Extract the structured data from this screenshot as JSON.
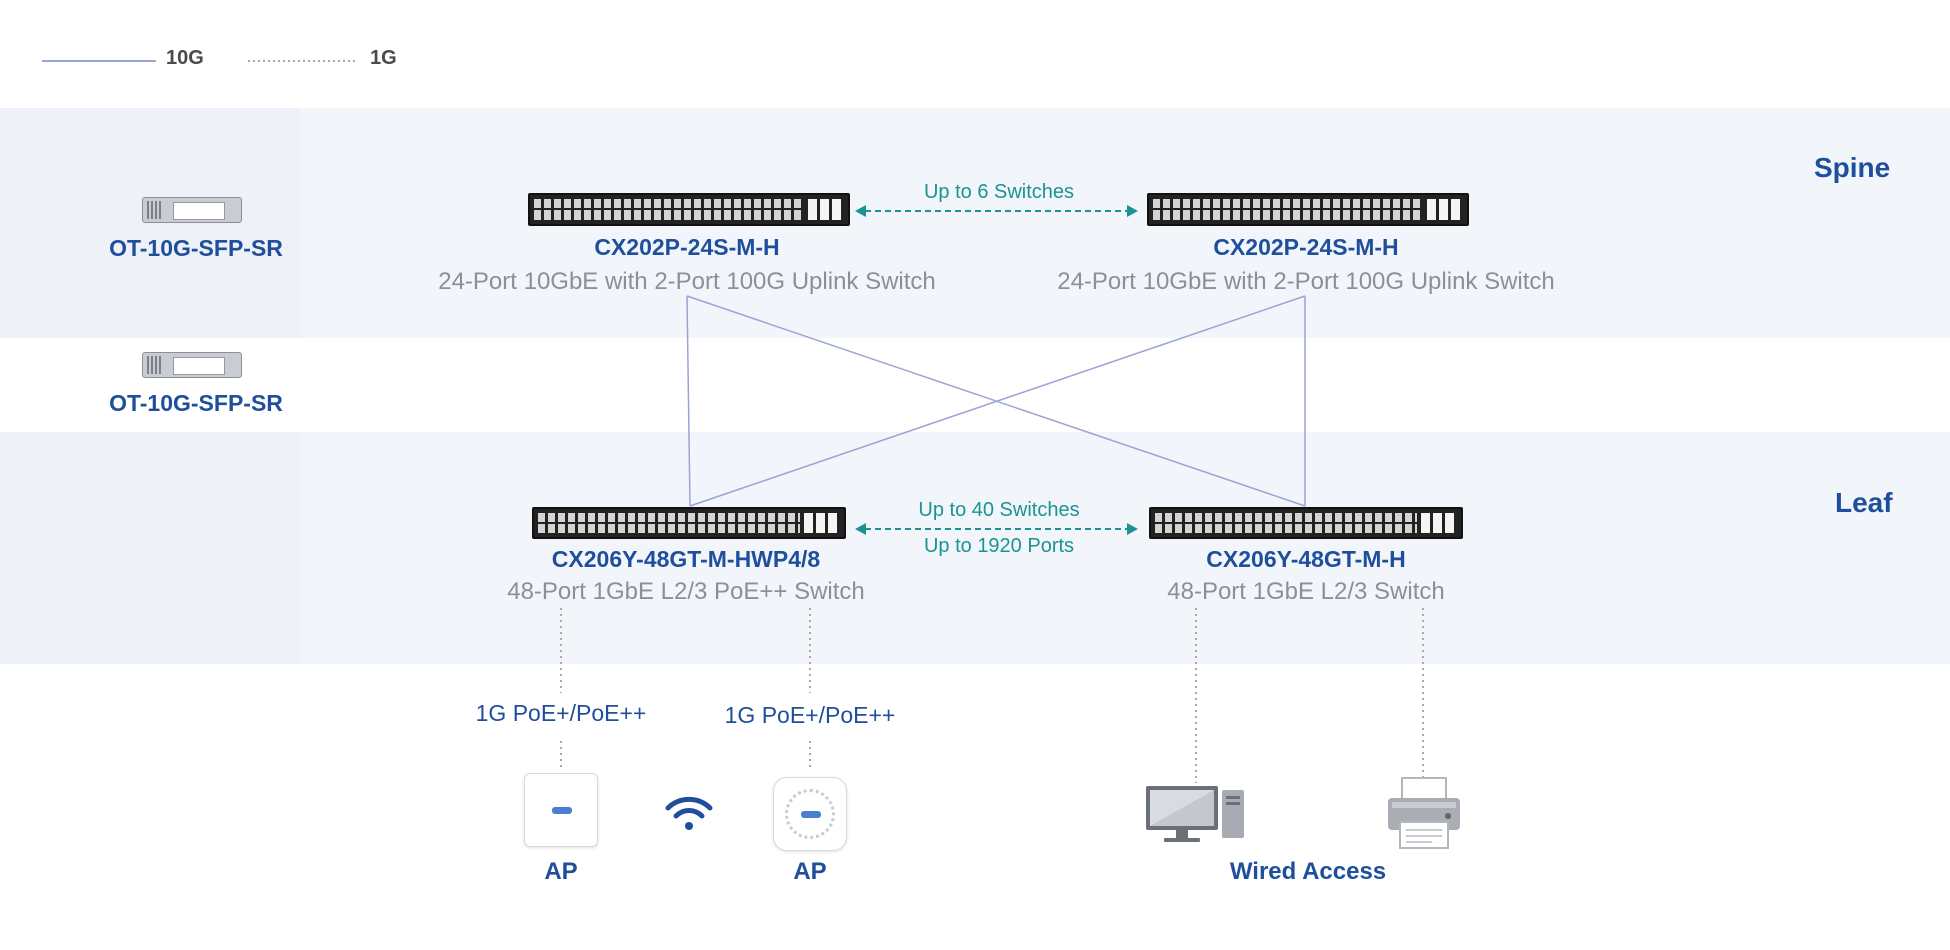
{
  "legend": {
    "solid_label": "10G",
    "dotted_label": "1G"
  },
  "tiers": {
    "spine": "Spine",
    "leaf": "Leaf"
  },
  "transceivers": [
    {
      "label": "OT-10G-SFP-SR"
    },
    {
      "label": "OT-10G-SFP-SR"
    }
  ],
  "spine_switches": [
    {
      "model": "CX202P-24S-M-H",
      "desc": "24-Port 10GbE with 2-Port 100G Uplink Switch"
    },
    {
      "model": "CX202P-24S-M-H",
      "desc": "24-Port 10GbE with 2-Port 100G Uplink Switch"
    }
  ],
  "spine_link": "Up to 6 Switches",
  "leaf_switches": [
    {
      "model": "CX206Y-48GT-M-HWP4/8",
      "desc": "48-Port 1GbE L2/3 PoE++ Switch"
    },
    {
      "model": "CX206Y-48GT-M-H",
      "desc": "48-Port 1GbE L2/3 Switch"
    }
  ],
  "leaf_link": {
    "line1": "Up to 40 Switches",
    "line2": "Up to 1920 Ports"
  },
  "poe_labels": [
    "1G PoE+/PoE++",
    "1G PoE+/PoE++"
  ],
  "ap_labels": [
    "AP",
    "AP"
  ],
  "wired_access": "Wired Access",
  "icons": [
    "wifi-icon",
    "desktop-computer-icon",
    "printer-icon",
    "sfp-transceiver-icon",
    "access-point-icon"
  ],
  "colors": {
    "brand_blue": "#1f4f9c",
    "teal": "#1b9393",
    "link_10g": "#9aa3d6",
    "link_1g": "#aaaaaa",
    "band_bg": "#eef2f8"
  }
}
